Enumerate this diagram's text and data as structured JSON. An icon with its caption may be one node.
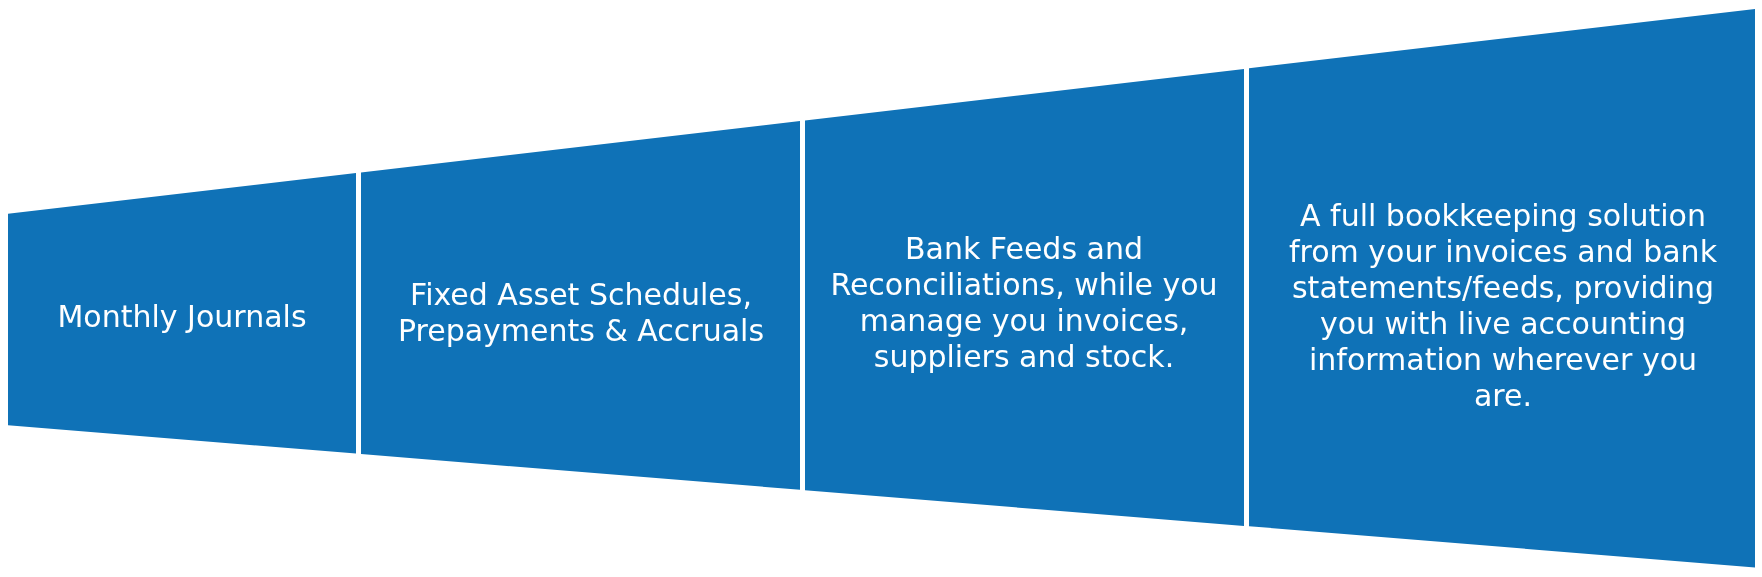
{
  "diagram": {
    "nodes": [
      {
        "text": [
          "Monthly Journals"
        ]
      },
      {
        "text": [
          "Fixed Asset Schedules, Prepayments & Accruals"
        ]
      },
      {
        "text": [
          "Bank Feeds and Reconciliations, while you manage you invoices, suppliers and stock."
        ]
      },
      {
        "text": [
          "A full bookkeeping solution from your invoices and bank statements/feeds, providing you with live accounting information wherever you are."
        ]
      }
    ]
  }
}
